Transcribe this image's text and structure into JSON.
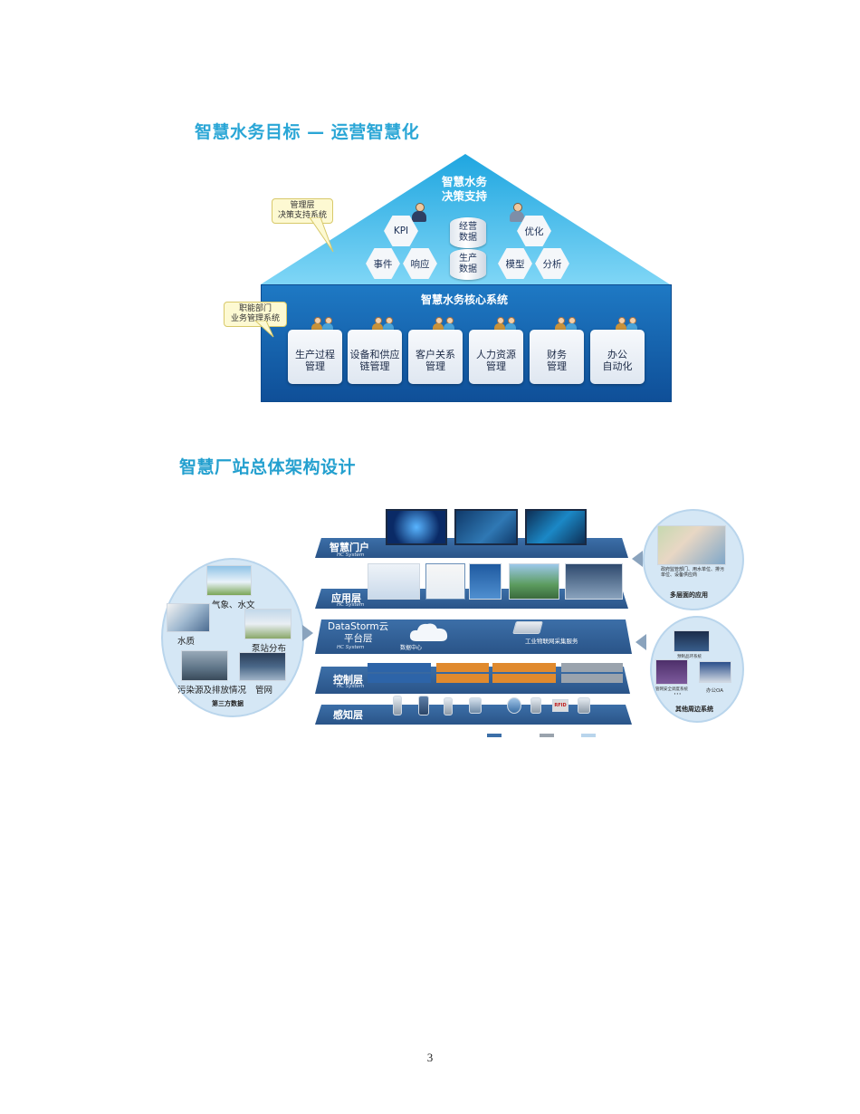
{
  "figure1": {
    "title": "智慧水务目标 — 运营智慧化",
    "roof_title_line1": "智慧水务",
    "roof_title_line2": "决策支持",
    "kpi": "KPI",
    "shijian": "事件",
    "xiangying": "响应",
    "db1_line1": "经营",
    "db1_line2": "数据",
    "db2_line1": "生产",
    "db2_line2": "数据",
    "youhua": "优化",
    "moxing": "模型",
    "fenxi": "分析",
    "core_title": "智慧水务核心系统",
    "note1_line1": "管理层",
    "note1_line2": "决策支持系统",
    "note2_line1": "职能部门",
    "note2_line2": "业务管理系统",
    "modules": [
      {
        "line1": "生产过程",
        "line2": "管理"
      },
      {
        "line1": "设备和供应",
        "line2": "链管理"
      },
      {
        "line1": "客户关系",
        "line2": "管理"
      },
      {
        "line1": "人力资源",
        "line2": "管理"
      },
      {
        "line1": "财务",
        "line2": "管理"
      },
      {
        "line1": "办公",
        "line2": "自动化"
      }
    ]
  },
  "figure2": {
    "title": "智慧厂站总体架构设计",
    "layers": [
      {
        "name": "智慧门户",
        "sub": "HC System"
      },
      {
        "name": "应用层",
        "sub": "HC System"
      },
      {
        "name": "DataStorm云",
        "name2": "平台层",
        "sub": "HC System"
      },
      {
        "name": "控制层",
        "sub": "HC System"
      },
      {
        "name": "感知层",
        "sub": ""
      }
    ],
    "left_labels": {
      "weather": "气象、水文",
      "quality": "水质",
      "pump": "泵站分布",
      "pollution": "污染源及排放情况",
      "pipe": "管网",
      "third": "第三方数据"
    },
    "right_top": {
      "text": "政府监管部门、用水单位、排污单位、设备供应商",
      "label": "多层面的应用"
    },
    "right_bottom": {
      "sys1": "预制品环系统",
      "sys2": "管网安全调度系统",
      "sys3": "办公OA",
      "dots": "···",
      "label": "其他周边系统"
    },
    "platform": {
      "datacenter": "数据中心",
      "iot": "工业物联网采集服务"
    },
    "rfid": "RFID"
  },
  "page_number": "3"
}
